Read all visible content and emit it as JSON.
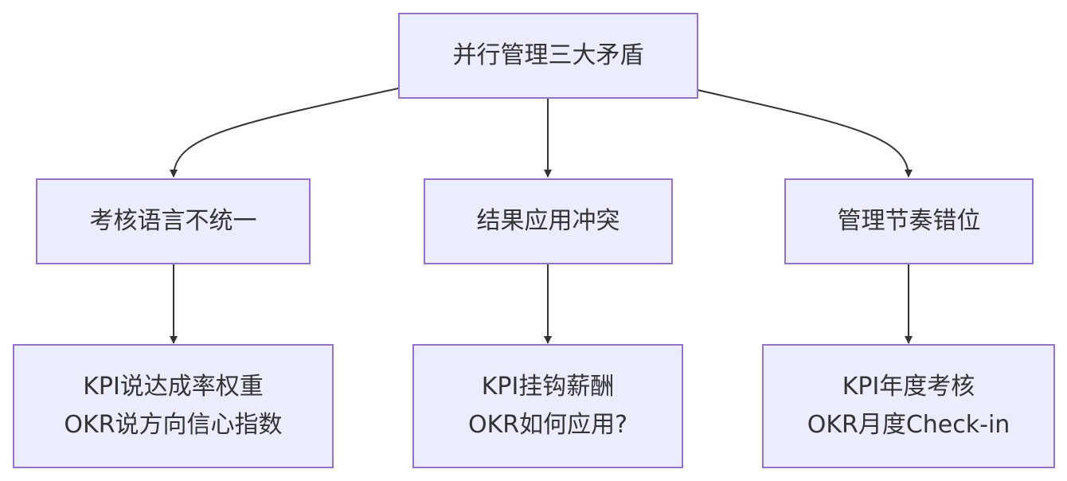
{
  "colors": {
    "node_fill": "#ececff",
    "node_border": "#9370db",
    "edge": "#333333",
    "text": "#333333"
  },
  "root": {
    "label": "并行管理三大矛盾"
  },
  "branches": [
    {
      "label": "考核语言不统一",
      "detail": [
        "KPI说达成率权重",
        "OKR说方向信心指数"
      ]
    },
    {
      "label": "结果应用冲突",
      "detail": [
        "KPI挂钩薪酬",
        "OKR如何应用?"
      ]
    },
    {
      "label": "管理节奏错位",
      "detail": [
        "KPI年度考核",
        "OKR月度Check-in"
      ]
    }
  ]
}
